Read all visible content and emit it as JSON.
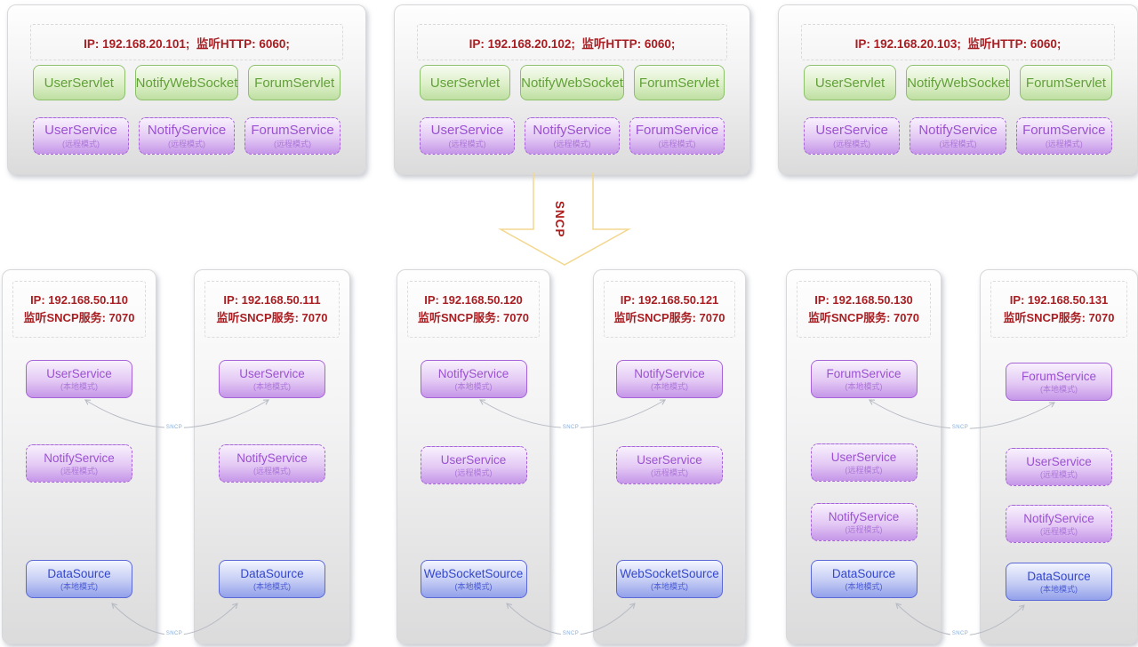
{
  "arrow": {
    "label": "SNCP"
  },
  "links": {
    "label": "SNCP"
  },
  "top_servers": [
    {
      "header": "IP: 192.168.20.101;  监听HTTP: 6060;",
      "servlets": [
        "UserServlet",
        "NotifyWebSocket",
        "ForumServlet"
      ],
      "services": [
        {
          "name": "UserService",
          "mode": "(远程模式)"
        },
        {
          "name": "NotifyService",
          "mode": "(远程模式)"
        },
        {
          "name": "ForumService",
          "mode": "(远程模式)"
        }
      ]
    },
    {
      "header": "IP: 192.168.20.102;  监听HTTP: 6060;",
      "servlets": [
        "UserServlet",
        "NotifyWebSocket",
        "ForumServlet"
      ],
      "services": [
        {
          "name": "UserService",
          "mode": "(远程模式)"
        },
        {
          "name": "NotifyService",
          "mode": "(远程模式)"
        },
        {
          "name": "ForumService",
          "mode": "(远程模式)"
        }
      ]
    },
    {
      "header": "IP: 192.168.20.103;  监听HTTP: 6060;",
      "servlets": [
        "UserServlet",
        "NotifyWebSocket",
        "ForumServlet"
      ],
      "services": [
        {
          "name": "UserService",
          "mode": "(远程模式)"
        },
        {
          "name": "NotifyService",
          "mode": "(远程模式)"
        },
        {
          "name": "ForumService",
          "mode": "(远程模式)"
        }
      ]
    }
  ],
  "bottom_servers": [
    {
      "ip": "IP: 192.168.50.110",
      "listen": "监听SNCP服务: 7070",
      "services": [
        {
          "name": "UserService",
          "mode": "(本地模式)"
        },
        {
          "name": "NotifyService",
          "mode": "(远程模式)"
        },
        {
          "name": "DataSource",
          "mode": "(本地模式)"
        }
      ]
    },
    {
      "ip": "IP: 192.168.50.111",
      "listen": "监听SNCP服务: 7070",
      "services": [
        {
          "name": "UserService",
          "mode": "(本地模式)"
        },
        {
          "name": "NotifyService",
          "mode": "(远程模式)"
        },
        {
          "name": "DataSource",
          "mode": "(本地模式)"
        }
      ]
    },
    {
      "ip": "IP: 192.168.50.120",
      "listen": "监听SNCP服务: 7070",
      "services": [
        {
          "name": "NotifyService",
          "mode": "(本地模式)"
        },
        {
          "name": "UserService",
          "mode": "(远程模式)"
        },
        {
          "name": "WebSocketSource",
          "mode": "(本地模式)"
        }
      ]
    },
    {
      "ip": "IP: 192.168.50.121",
      "listen": "监听SNCP服务: 7070",
      "services": [
        {
          "name": "NotifyService",
          "mode": "(本地模式)"
        },
        {
          "name": "UserService",
          "mode": "(远程模式)"
        },
        {
          "name": "WebSocketSource",
          "mode": "(本地模式)"
        }
      ]
    },
    {
      "ip": "IP: 192.168.50.130",
      "listen": "监听SNCP服务: 7070",
      "services": [
        {
          "name": "ForumService",
          "mode": "(本地模式)"
        },
        {
          "name": "UserService",
          "mode": "(远程模式)"
        },
        {
          "name": "NotifyService",
          "mode": "(远程模式)"
        },
        {
          "name": "DataSource",
          "mode": "(本地模式)"
        }
      ]
    },
    {
      "ip": "IP: 192.168.50.131",
      "listen": "监听SNCP服务: 7070",
      "services": [
        {
          "name": "ForumService",
          "mode": "(本地模式)"
        },
        {
          "name": "UserService",
          "mode": "(远程模式)"
        },
        {
          "name": "NotifyService",
          "mode": "(远程模式)"
        },
        {
          "name": "DataSource",
          "mode": "(本地模式)"
        }
      ]
    }
  ],
  "colors": {
    "ip_text": "#a81e22",
    "servlet_green": "#61a038",
    "service_purple": "#9b51d0",
    "source_blue": "#3447cc",
    "arrow_outline": "#f3d78e",
    "link_line": "#b7bbc3"
  }
}
